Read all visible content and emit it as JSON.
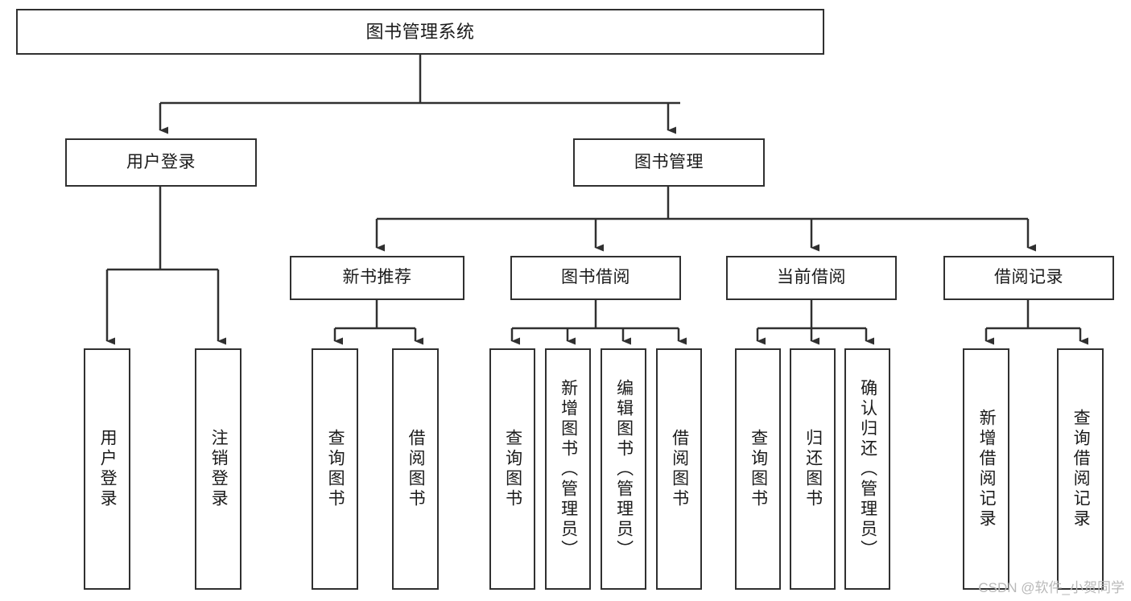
{
  "diagram": {
    "type": "tree-hierarchy-chart",
    "title": "图书管理系统",
    "line_color": "#303030",
    "box_fill": "#ffffff",
    "text_color": "#1b1b1b",
    "watermark": "CSDN @软件_小贺同学",
    "nodes": {
      "root": "图书管理系统",
      "level2": {
        "user_login": "用户登录",
        "book_manage": "图书管理"
      },
      "level3": {
        "new_book_recommend": "新书推荐",
        "book_borrow": "图书借阅",
        "current_borrow": "当前借阅",
        "borrow_record": "借阅记录"
      },
      "leaves": {
        "user_login_1": "用户登录",
        "user_login_2": "注销登录",
        "recommend_1": "查询图书",
        "recommend_2": "借阅图书",
        "borrow_1": "查询图书",
        "borrow_2": "新增图书（管理员）",
        "borrow_3": "编辑图书（管理员）",
        "borrow_4": "借阅图书",
        "current_1": "查询图书",
        "current_2": "归还图书",
        "current_3": "确认归还（管理员）",
        "record_1": "新增借阅记录",
        "record_2": "查询借阅记录"
      }
    }
  }
}
